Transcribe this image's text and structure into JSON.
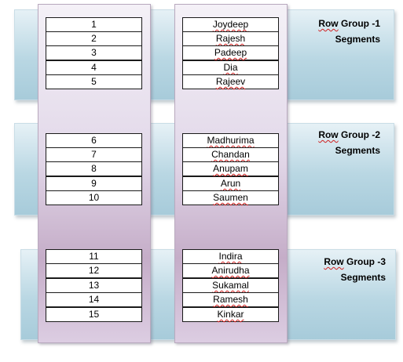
{
  "numbers": [
    "1",
    "2",
    "3",
    "4",
    "5",
    "6",
    "7",
    "8",
    "9",
    "10",
    "11",
    "12",
    "13",
    "14",
    "15"
  ],
  "names": [
    "Joydeep",
    "Rajesh",
    "Padeep",
    "Dia",
    "Rajeev",
    "Madhurima",
    "Chandan",
    "Anupam",
    "Arun",
    "Saumen",
    "Indira",
    "Anirudha",
    "Sukamal",
    "Ramesh",
    "Kinkar"
  ],
  "groups": [
    {
      "prefix": "Row",
      "title": " Group -1",
      "subtitle": "Segments"
    },
    {
      "prefix": "Row",
      "title": " Group -2",
      "subtitle": "Segments"
    },
    {
      "prefix": "Row",
      "title": " Group -3",
      "subtitle": "Segments"
    }
  ],
  "colors": {
    "band": "#b9d7e3",
    "column": "#c5adc8",
    "cell_border": "#1a1a1a"
  }
}
